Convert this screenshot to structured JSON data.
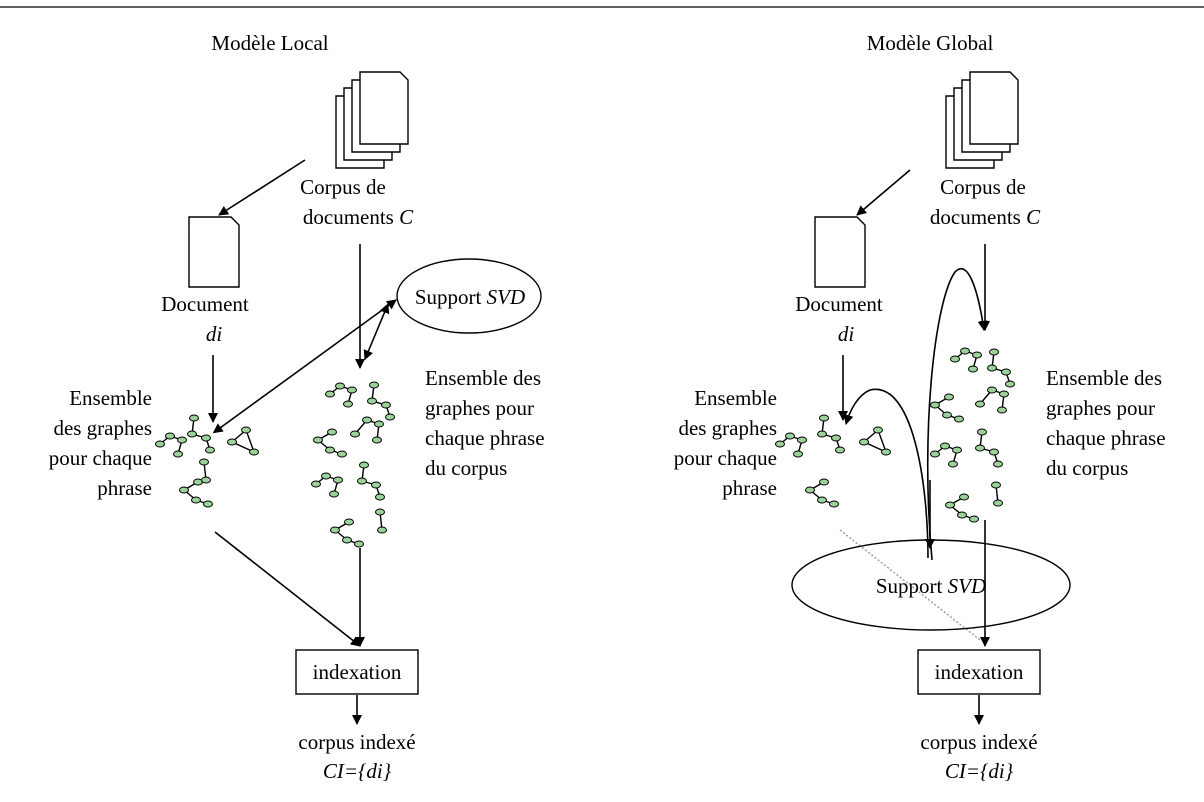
{
  "local": {
    "title": "Modèle Local",
    "corpus": {
      "line1": "Corpus de",
      "line2": "documents ",
      "var": "C"
    },
    "document": {
      "line1": "Document",
      "var": "di"
    },
    "support": {
      "prefix": "Support ",
      "var": "SVD"
    },
    "graphs_doc": [
      "Ensemble",
      "des graphes",
      "pour chaque",
      "phrase"
    ],
    "graphs_corpus": [
      "Ensemble des",
      "graphes pour",
      "chaque phrase",
      "du corpus"
    ],
    "indexation": "indexation",
    "result": {
      "line1": "corpus indexé",
      "line2": "CI={di}"
    }
  },
  "global": {
    "title": "Modèle Global",
    "corpus": {
      "line1": "Corpus de",
      "line2": "documents ",
      "var": "C"
    },
    "document": {
      "line1": "Document",
      "var": "di"
    },
    "support": {
      "prefix": "Support ",
      "var": "SVD"
    },
    "graphs_doc": [
      "Ensemble",
      "des graphes",
      "pour chaque",
      "phrase"
    ],
    "graphs_corpus": [
      "Ensemble des",
      "graphes pour",
      "chaque phrase",
      "du corpus"
    ],
    "indexation": "indexation",
    "result": {
      "line1": "corpus indexé",
      "line2": "CI={di}"
    }
  },
  "colors": {
    "node_fill": "#9ad29a",
    "line": "#000000",
    "dotted_line": "#9a9a9a"
  }
}
